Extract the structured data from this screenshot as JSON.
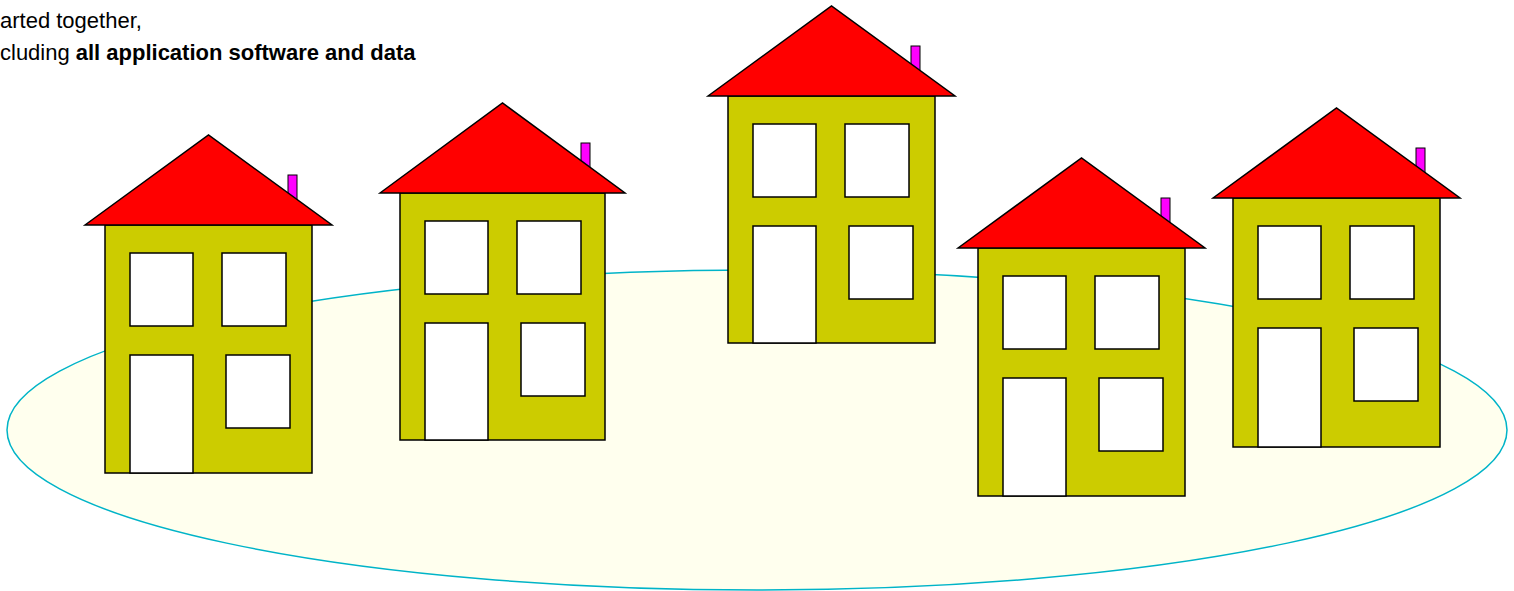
{
  "diagram": {
    "labels": [
      "arted together,",
      "cluding",
      "all application software and data"
    ]
  }
}
